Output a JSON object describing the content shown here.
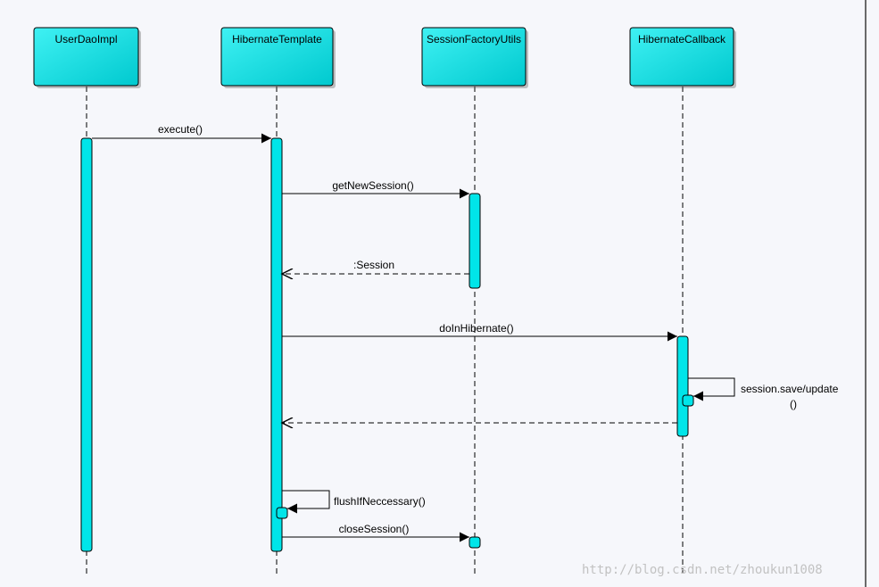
{
  "diagram": {
    "type": "sequence",
    "participants": [
      {
        "id": "p1",
        "label": "UserDaoImpl"
      },
      {
        "id": "p2",
        "label": "HibernateTemplate"
      },
      {
        "id": "p3",
        "label": "SessionFactoryUtils"
      },
      {
        "id": "p4",
        "label": "HibernateCallback"
      }
    ],
    "messages": [
      {
        "from": "p1",
        "to": "p2",
        "label": "execute()",
        "kind": "call"
      },
      {
        "from": "p2",
        "to": "p3",
        "label": "getNewSession()",
        "kind": "call"
      },
      {
        "from": "p3",
        "to": "p2",
        "label": ":Session",
        "kind": "return"
      },
      {
        "from": "p2",
        "to": "p4",
        "label": "doInHibernate()",
        "kind": "call"
      },
      {
        "from": "p4",
        "to": "p4",
        "label_line1": "session.save/update",
        "label_line2": "()",
        "kind": "self"
      },
      {
        "from": "p4",
        "to": "p2",
        "label": "",
        "kind": "return"
      },
      {
        "from": "p2",
        "to": "p2",
        "label": "flushIfNeccessary()",
        "kind": "self"
      },
      {
        "from": "p2",
        "to": "p3",
        "label": "closeSession()",
        "kind": "call"
      }
    ],
    "colors": {
      "participant_fill_light": "#3ff1f3",
      "participant_fill_dark": "#00c9cf",
      "activation_fill": "#00e5e9",
      "background": "#f6f7fb",
      "line": "#000000"
    }
  },
  "watermark": "http://blog.csdn.net/zhoukun1008"
}
